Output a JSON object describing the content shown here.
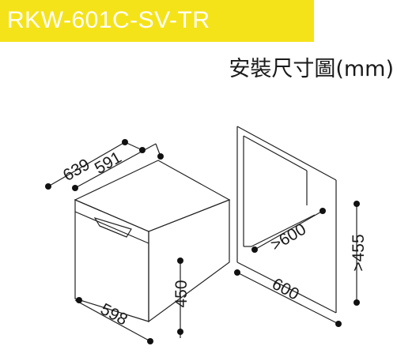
{
  "header": {
    "model": "RKW-601C-SV-TR",
    "banner_color": "#f5e31a",
    "title": "安裝尺寸圖(mm)"
  },
  "unit_drawing": {
    "depth_outer": "639",
    "depth_inner": "591",
    "width": "598",
    "height": "450"
  },
  "cabinet_drawing": {
    "depth_min": ">600",
    "width": "600",
    "height_min": ">455"
  }
}
